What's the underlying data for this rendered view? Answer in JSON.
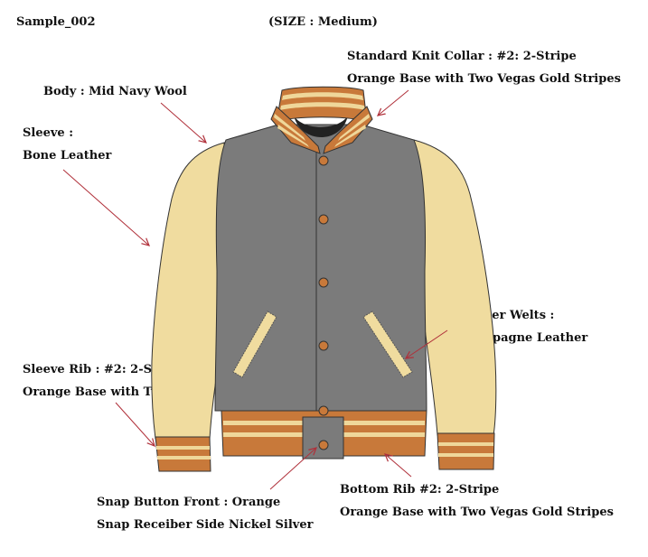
{
  "header": {
    "sample": "Sample_002",
    "size": "(SIZE : Medium)"
  },
  "labels": {
    "collar": [
      "Standard Knit Collar : #2: 2-Stripe",
      "Orange Base with Two Vegas Gold Stripes"
    ],
    "body": "Body : Mid Navy Wool",
    "sleeve": [
      "Sleeve :",
      "Bone Leather"
    ],
    "welts": [
      "Leather Welts :",
      "Champagne Leather"
    ],
    "sleeve_rib": [
      "Sleeve Rib : #2: 2-Stripe",
      "Orange Base with Two Vegas Gold Stripes"
    ],
    "snap": [
      "Snap Button Front : Orange",
      "Snap Receiber Side Nickel Silver"
    ],
    "bottom_rib": [
      "Bottom Rib #2: 2-Stripe",
      "Orange Base with Two Vegas Gold Stripes"
    ]
  },
  "colors": {
    "body": "#7b7b7b",
    "sleeve": "#f0dc9f",
    "rib_base": "#c8793a",
    "rib_stripe": "#efd79a",
    "button": "#c8793a",
    "arrow": "#b0303a",
    "outline": "#333333"
  }
}
